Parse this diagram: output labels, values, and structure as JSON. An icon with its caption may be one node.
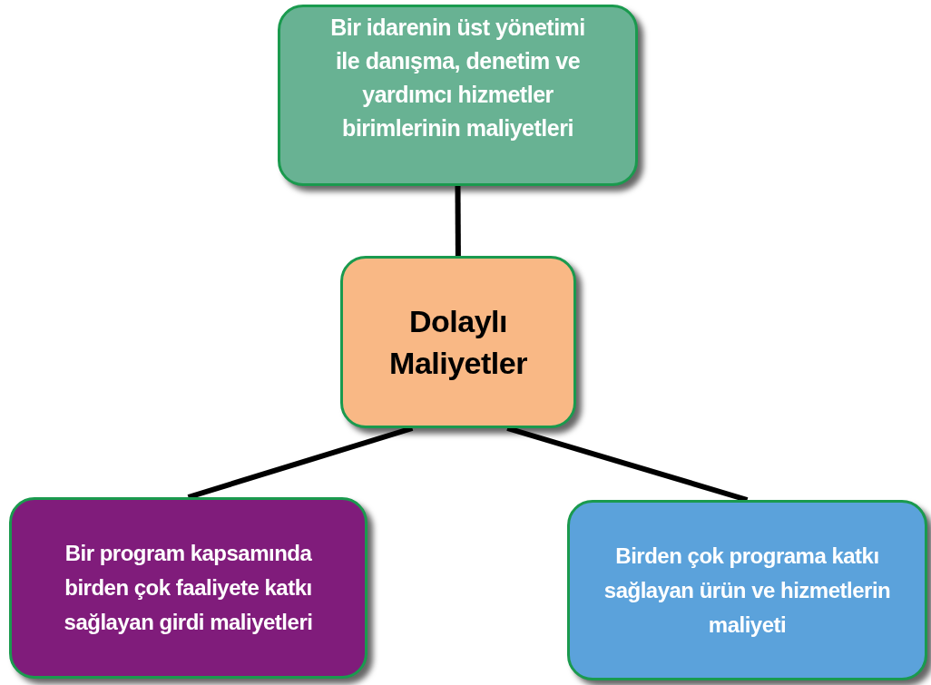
{
  "diagram": {
    "nodes": [
      {
        "text": [
          "Bir idarenin üst yönetimi ile danışma, denetim ve yardımcı hizmetler birimlerinin maliyetleri"
        ]
      },
      {
        "text": [
          "Dolaylı Maliyetler"
        ]
      },
      {
        "text": [
          "Bir program kapsamında birden çok faaliyete katkı sağlayan girdi maliyetleri"
        ]
      },
      {
        "text": [
          "Birden çok programa katkı sağlayan ürün ve hizmetlerin maliyeti"
        ]
      }
    ],
    "edges": [
      {
        "from": 1,
        "to": 0,
        "arrow": "none"
      },
      {
        "from": 1,
        "to": 2,
        "arrow": "none"
      },
      {
        "from": 1,
        "to": 3,
        "arrow": "none"
      }
    ]
  }
}
